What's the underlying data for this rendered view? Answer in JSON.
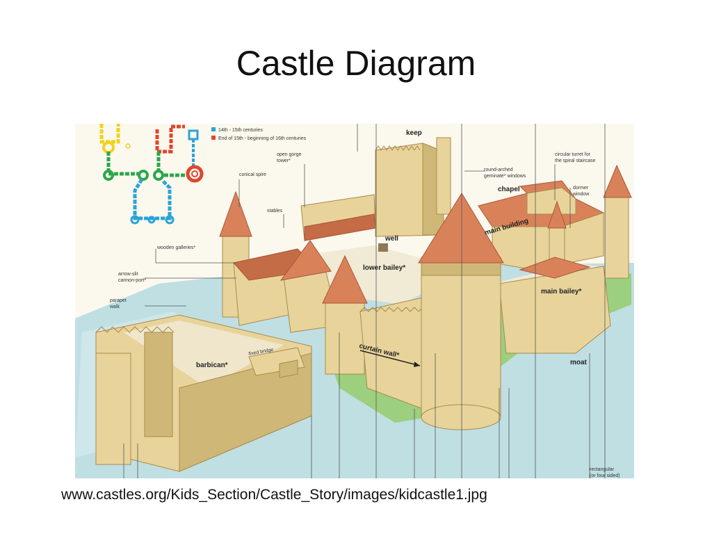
{
  "slide": {
    "title": "Castle Diagram",
    "caption": "www.castles.org/Kids_Section/Castle_Story/images/kidcastle1.jpg"
  },
  "legend": {
    "items": [
      {
        "label": "14th - 15th centuries",
        "color": "#29a3d8"
      },
      {
        "label": "End of 15th - beginning of 16th centuries",
        "color": "#e2452b"
      }
    ],
    "plan_colors": {
      "yellow": "#f1d21e",
      "green": "#2aa84a",
      "red": "#e2452b",
      "blue": "#29a3d8"
    }
  },
  "labels": {
    "keep": "keep",
    "open_gorge_tower": "open gorge",
    "open_gorge_tower_2": "tower*",
    "conical_spire": "conical spire",
    "stables": "stables",
    "round_arched": "round-arched",
    "round_arched_2": "geminate* windows",
    "circular_turret": "circular turret for",
    "circular_turret_2": "the spiral staircase",
    "chapel": "chapel",
    "dormer": "dormer",
    "dormer_2": "window",
    "main_building": "main building",
    "well": "well",
    "wooden_galleries": "wooden galleries*",
    "lower_bailey": "lower bailey*",
    "arrow_slit": "arrow-slit",
    "arrow_slit_2": "cannon-port*",
    "main_bailey": "main bailey*",
    "parapet_walk": "parapet",
    "parapet_walk_2": "walk",
    "fixed_bridge": "fixed bridge",
    "barbican": "barbican*",
    "curtain_wall": "curtain wall*",
    "moat": "moat",
    "rectangular": "rectangular",
    "rectangular_2": "(or four sided)"
  }
}
